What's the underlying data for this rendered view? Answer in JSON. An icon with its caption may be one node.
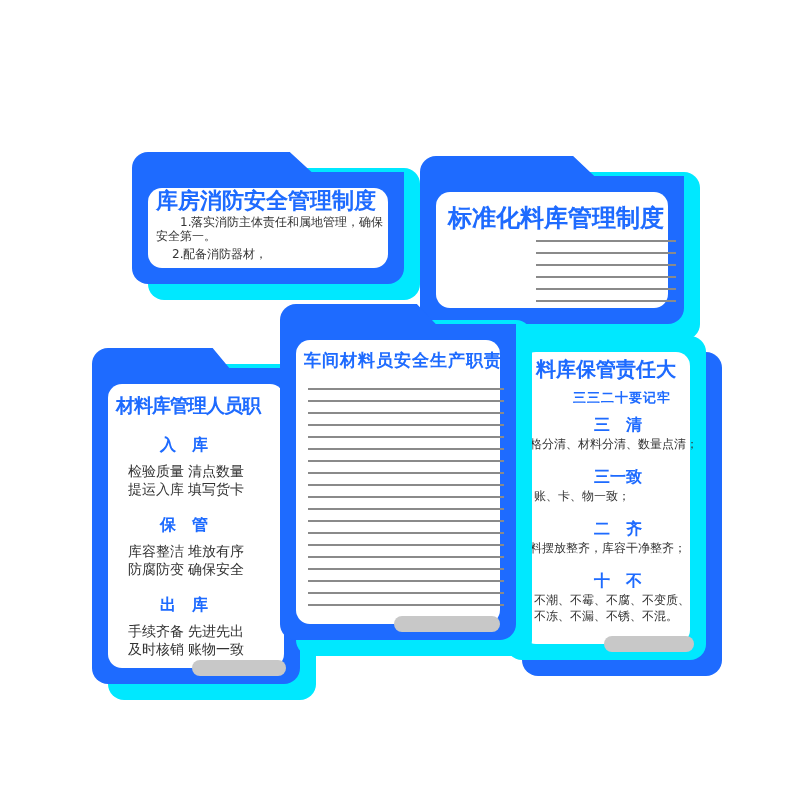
{
  "diagram": {
    "nodes": [
      {
        "text": [
          "库房消防安全管理制度",
          "1.落实消防主体责任和属地管理，确保安全第一。",
          "2.配备消防器材，"
        ]
      },
      {
        "text": [
          "标准化料库管理制度"
        ]
      },
      {
        "text": [
          "材料库管理人员职",
          "入　库",
          "检验质量 清点数量",
          "提运入库 填写货卡",
          "保　管",
          "库容整洁 堆放有序",
          "防腐防变 确保安全",
          "出　库",
          "手续齐备 先进先出",
          "及时核销 账物一致"
        ]
      },
      {
        "text": [
          "车间材料员安全生产职责"
        ]
      },
      {
        "text": [
          "料库保管责任大",
          "三三二十要记牢",
          "三　清",
          "格分清、材料分清、数量点清；",
          "三一致",
          "账、卡、物一致；",
          "二　齐",
          "料摆放整齐，库容干净整齐；",
          "十　不",
          "不潮、不霉、不腐、不变质、",
          "不冻、不漏、不锈、不混。"
        ]
      }
    ]
  }
}
